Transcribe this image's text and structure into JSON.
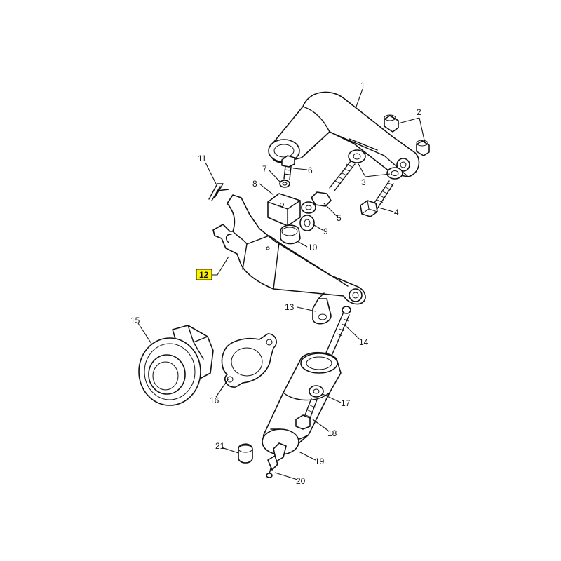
{
  "diagram": {
    "highlight_color": "#fff200",
    "callouts": [
      "1",
      "2",
      "3",
      "4",
      "5",
      "6",
      "7",
      "8",
      "9",
      "10",
      "11",
      "12",
      "13",
      "14",
      "15",
      "16",
      "17",
      "18",
      "19",
      "20",
      "21"
    ],
    "highlighted": "12"
  }
}
